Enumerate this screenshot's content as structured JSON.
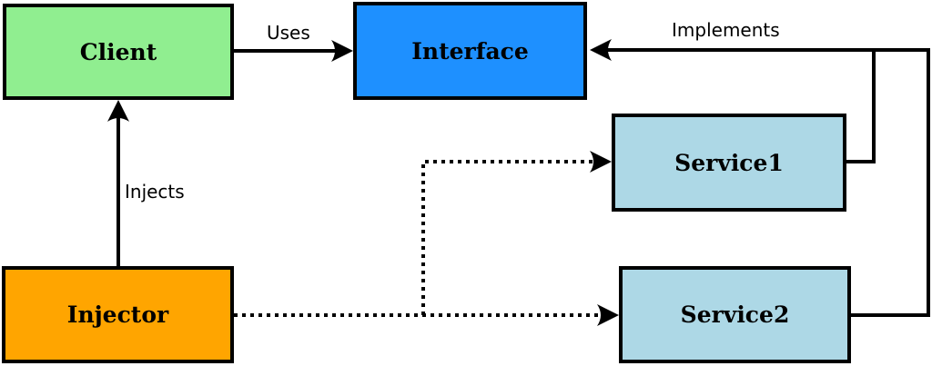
{
  "diagram": {
    "background": "#FFFFFF",
    "stroke_color": "#000000",
    "nodes": {
      "client": {
        "label": "Client",
        "fill": "#90EE90"
      },
      "interface": {
        "label": "Interface",
        "fill": "#1E90FF"
      },
      "service1": {
        "label": "Service1",
        "fill": "#ADD8E6"
      },
      "service2": {
        "label": "Service2",
        "fill": "#ADD8E6"
      },
      "injector": {
        "label": "Injector",
        "fill": "#FFA500"
      }
    },
    "edges": {
      "uses": {
        "label": "Uses",
        "from": "client",
        "to": "interface",
        "line": "solid"
      },
      "implements": {
        "label": "Implements",
        "from": "service1, service2",
        "to": "interface",
        "line": "solid"
      },
      "injects": {
        "label": "Injects",
        "from": "injector",
        "to": "client",
        "line": "solid"
      },
      "injector_to_service1": {
        "from": "injector",
        "to": "service1",
        "line": "dotted"
      },
      "injector_to_service2": {
        "from": "injector",
        "to": "service2",
        "line": "dotted"
      }
    }
  }
}
